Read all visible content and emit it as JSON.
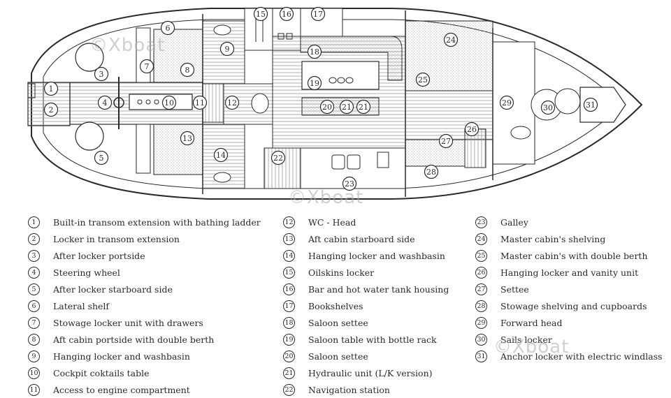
{
  "watermark": "©Xboat",
  "plan_labels": [
    "1",
    "2",
    "3",
    "4",
    "5",
    "6",
    "7",
    "8",
    "9",
    "10",
    "11",
    "12",
    "13",
    "14",
    "15",
    "16",
    "17",
    "18",
    "19",
    "20",
    "21",
    "21",
    "22",
    "23",
    "24",
    "25",
    "26",
    "27",
    "28",
    "29",
    "30",
    "31"
  ],
  "legend": {
    "col1": [
      {
        "num": "1",
        "label": "Built-in transom extension with bathing ladder"
      },
      {
        "num": "2",
        "label": "Locker in transom extension"
      },
      {
        "num": "3",
        "label": "After locker portside"
      },
      {
        "num": "4",
        "label": "Steering wheel"
      },
      {
        "num": "5",
        "label": "After locker starboard side"
      },
      {
        "num": "6",
        "label": "Lateral shelf"
      },
      {
        "num": "7",
        "label": "Stowage locker unit with drawers"
      },
      {
        "num": "8",
        "label": "Aft cabin portside with double berth"
      },
      {
        "num": "9",
        "label": "Hanging locker and washbasin"
      },
      {
        "num": "10",
        "label": "Cockpit coktails table"
      },
      {
        "num": "11",
        "label": "Access to engine compartment"
      }
    ],
    "col2": [
      {
        "num": "12",
        "label": "WC - Head"
      },
      {
        "num": "13",
        "label": "Aft cabin starboard side"
      },
      {
        "num": "14",
        "label": "Hanging locker and washbasin"
      },
      {
        "num": "15",
        "label": "Oilskins locker"
      },
      {
        "num": "16",
        "label": "Bar and hot water tank housing"
      },
      {
        "num": "17",
        "label": "Bookshelves"
      },
      {
        "num": "18",
        "label": "Saloon settee"
      },
      {
        "num": "19",
        "label": "Saloon table with bottle rack"
      },
      {
        "num": "20",
        "label": "Saloon settee"
      },
      {
        "num": "21",
        "label": "Hydraulic unit (L/K version)"
      },
      {
        "num": "22",
        "label": "Navigation station"
      }
    ],
    "col3": [
      {
        "num": "23",
        "label": "Galley"
      },
      {
        "num": "24",
        "label": "Master cabin's shelving"
      },
      {
        "num": "25",
        "label": "Master cabin's with double berth"
      },
      {
        "num": "26",
        "label": "Hanging locker and vanity unit"
      },
      {
        "num": "27",
        "label": "Settee"
      },
      {
        "num": "28",
        "label": "Stowage shelving and cupboards"
      },
      {
        "num": "29",
        "label": "Forward head"
      },
      {
        "num": "30",
        "label": "Sails locker"
      },
      {
        "num": "31",
        "label": "Anchor locker with electric windlass"
      }
    ]
  }
}
